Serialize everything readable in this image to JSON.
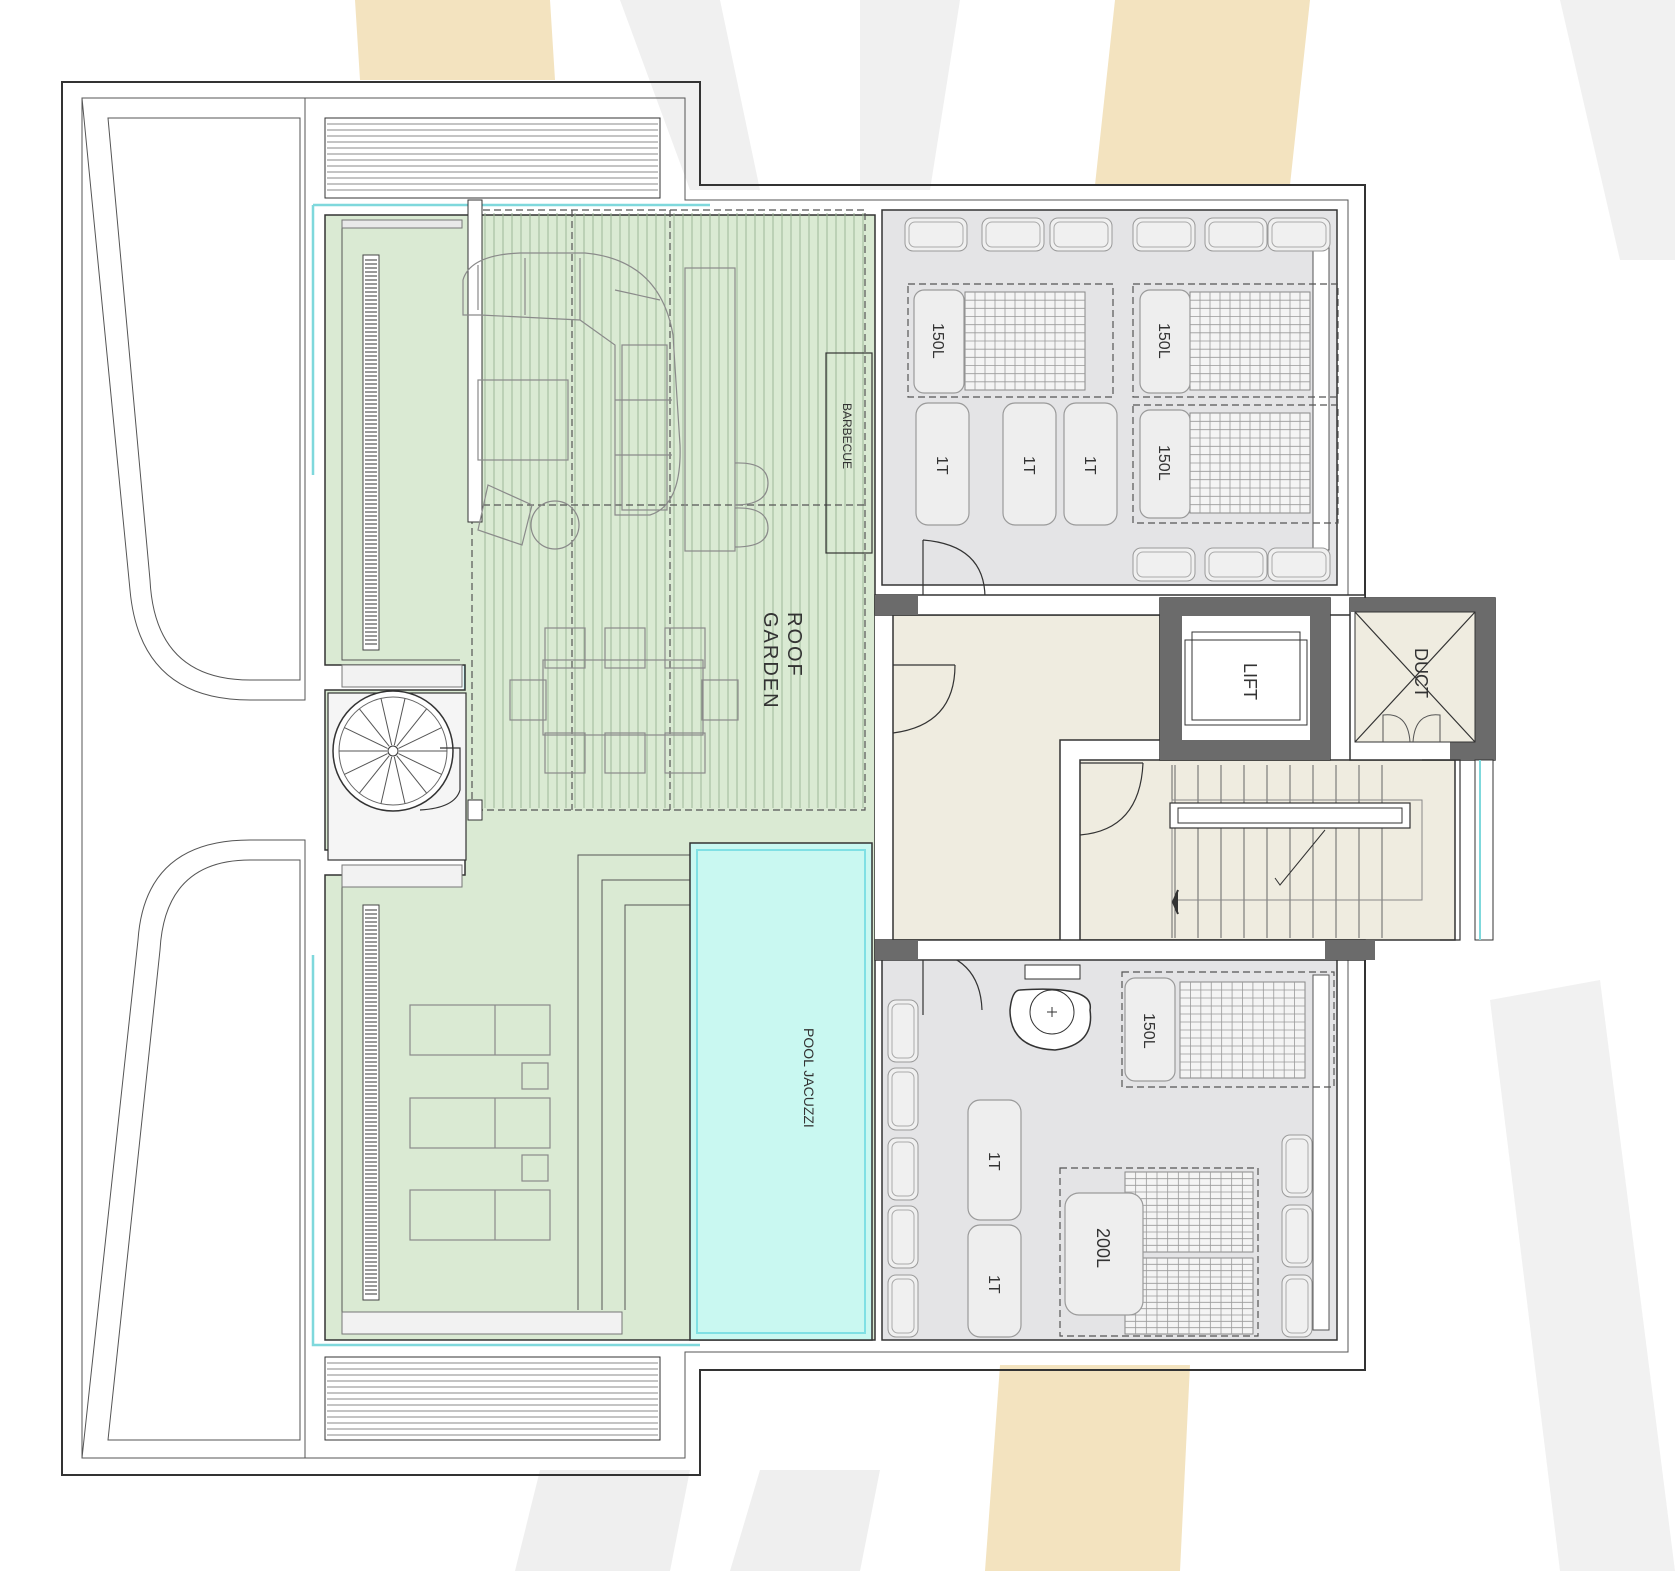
{
  "labels": {
    "roof_garden_line1": "ROOF",
    "roof_garden_line2": "GARDEN",
    "barbecue": "BARBECUE",
    "pool": "POOL JACUZZI",
    "lift": "LIFT",
    "duct": "DUCT"
  },
  "tanks": {
    "north_left_1": "150L",
    "north_right_1": "150L",
    "north_right_2": "150L",
    "north_1t_a": "1T",
    "north_1t_b": "1T",
    "north_1t_c": "1T",
    "south_150": "150L",
    "south_1t_a": "1T",
    "south_1t_b": "1T",
    "south_200": "200L"
  },
  "colors": {
    "garden": "#daead3",
    "pool": "#c9f8f1",
    "pool_edge": "#7fe0e4",
    "tank_room": "#e4e4e6",
    "stair_core": "#efece0",
    "background_band_beige": "#f3e3bf",
    "background_band_grey": "#eeeeee",
    "glass": "#7fd8dc"
  },
  "icons": [
    "spiral-stair-icon",
    "door-swing-icon",
    "duct-cross-icon",
    "stair-arrow-icon"
  ]
}
